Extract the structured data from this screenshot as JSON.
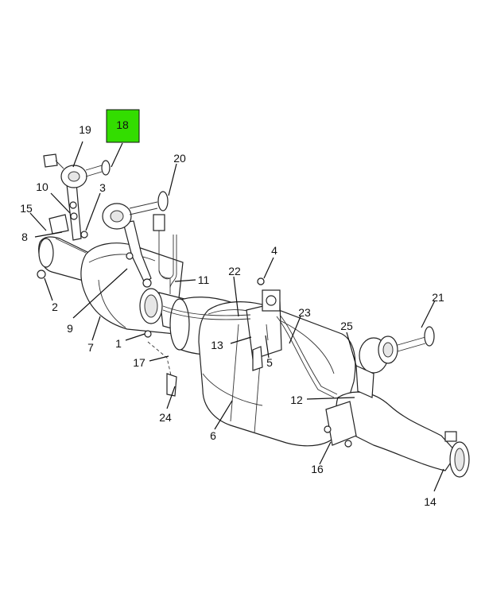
{
  "diagram": {
    "highlight_color": "#33dd00",
    "highlighted_callout": "18",
    "callouts": [
      {
        "id": "c18",
        "label": "18"
      },
      {
        "id": "c19",
        "label": "19"
      },
      {
        "id": "c20",
        "label": "20"
      },
      {
        "id": "c10",
        "label": "10"
      },
      {
        "id": "c3",
        "label": "3"
      },
      {
        "id": "c15",
        "label": "15"
      },
      {
        "id": "c8",
        "label": "8"
      },
      {
        "id": "c2",
        "label": "2"
      },
      {
        "id": "c9",
        "label": "9"
      },
      {
        "id": "c7",
        "label": "7"
      },
      {
        "id": "c1",
        "label": "1"
      },
      {
        "id": "c17",
        "label": "17"
      },
      {
        "id": "c24",
        "label": "24"
      },
      {
        "id": "c11",
        "label": "11"
      },
      {
        "id": "c4",
        "label": "4"
      },
      {
        "id": "c22",
        "label": "22"
      },
      {
        "id": "c23",
        "label": "23"
      },
      {
        "id": "c13",
        "label": "13"
      },
      {
        "id": "c5",
        "label": "5"
      },
      {
        "id": "c6",
        "label": "6"
      },
      {
        "id": "c21",
        "label": "21"
      },
      {
        "id": "c25",
        "label": "25"
      },
      {
        "id": "c12",
        "label": "12"
      },
      {
        "id": "c16",
        "label": "16"
      },
      {
        "id": "c14",
        "label": "14"
      }
    ]
  }
}
